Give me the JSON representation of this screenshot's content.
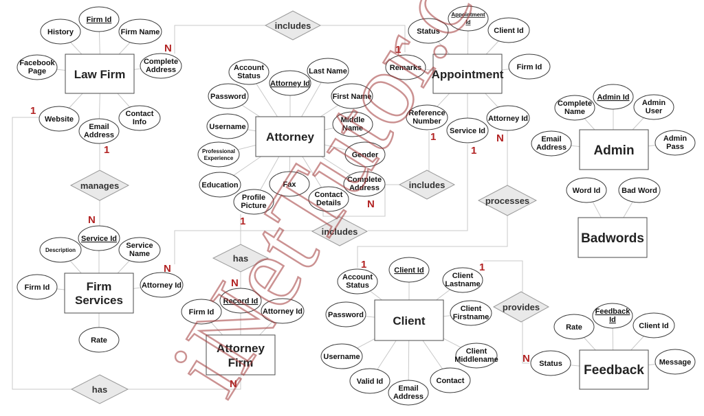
{
  "entities": {
    "law_firm": "Law Firm",
    "attorney": "Attorney",
    "appointment": "Appointment",
    "admin": "Admin",
    "badwords": "Badwords",
    "firm_services": [
      "Firm",
      "Services"
    ],
    "attorney_firm": [
      "Attorney",
      "Firm"
    ],
    "client": "Client",
    "feedback": "Feedback"
  },
  "relationships": {
    "includes_top": "includes",
    "manages": "manages",
    "includes_right": "includes",
    "includes_mid": "includes",
    "processes": "processes",
    "has_mid": "has",
    "provides": "provides",
    "has_bottom": "has"
  },
  "attributes": {
    "law_firm": {
      "history": "History",
      "firm_id": "Firm Id",
      "firm_name": "Firm Name",
      "facebook_page": [
        "Facebook",
        "Page"
      ],
      "complete_address": [
        "Complete",
        "Address"
      ],
      "website": "Website",
      "email_address": [
        "Email",
        "Address"
      ],
      "contact_info": [
        "Contact",
        "Info"
      ]
    },
    "attorney": {
      "account_status": [
        "Account",
        "Status"
      ],
      "attorney_id": "Attorney Id",
      "last_name": "Last Name",
      "password": "Password",
      "first_name": "First Name",
      "username": "Username",
      "middle_name": [
        "Middle",
        "Name"
      ],
      "professional_experience": [
        "Professional",
        "Experience"
      ],
      "gender": "Gender",
      "education": "Education",
      "fax": "Fax",
      "complete_address": [
        "Complete",
        "Address"
      ],
      "profile_picture": [
        "Profile",
        "Picture"
      ],
      "contact_details": [
        "Contact",
        "Details"
      ]
    },
    "appointment": {
      "status": "Status",
      "appointment_id": [
        "Appointment",
        "Id"
      ],
      "client_id": "Client Id",
      "remarks": "Remarks",
      "firm_id": "Firm Id",
      "reference_number": [
        "Reference",
        "Number"
      ],
      "service_id": "Service Id",
      "attorney_id": "Attorney Id"
    },
    "admin": {
      "complete_name": [
        "Complete",
        "Name"
      ],
      "admin_id": "Admin Id",
      "admin_user": [
        "Admin",
        "User"
      ],
      "email_address": [
        "Email",
        "Address"
      ],
      "admin_pass": [
        "Admin",
        "Pass"
      ]
    },
    "badwords": {
      "word_id": "Word Id",
      "bad_word": "Bad Word"
    },
    "firm_services": {
      "description": "Description",
      "service_id": "Service Id",
      "service_name": [
        "Service",
        "Name"
      ],
      "firm_id": "Firm Id",
      "attorney_id": "Attorney Id",
      "rate": "Rate"
    },
    "attorney_firm": {
      "record_id": "Record Id",
      "firm_id": "Firm Id",
      "attorney_id": "Attorney Id"
    },
    "client": {
      "account_status": [
        "Account",
        "Status"
      ],
      "client_id": "Client Id",
      "client_lastname": [
        "Client",
        "Lastname"
      ],
      "password": "Password",
      "client_firstname": [
        "Client",
        "Firstname"
      ],
      "username": "Username",
      "client_middlename": [
        "Client",
        "Middlename"
      ],
      "valid_id": "Valid Id",
      "email_address": [
        "Email",
        "Address"
      ],
      "contact": "Contact"
    },
    "feedback": {
      "rate": "Rate",
      "feedback_id": [
        "Feedback",
        "Id"
      ],
      "client_id": "Client Id",
      "status": "Status",
      "message": "Message"
    }
  },
  "cardinalities": {
    "law_firm_includes": "N",
    "appointment_includes": "1",
    "law_firm_has": "1",
    "law_firm_manages": "1",
    "firm_services_manages": "N",
    "appointment_includes_right": "1",
    "attorney_includes_right": "N",
    "appointment_includes_mid": "1",
    "appointment_processes": "N",
    "attorney_has": "1",
    "firm_services_includes_mid": "N",
    "attorney_firm_has": "N",
    "client_includes_mid": "1",
    "client_provides": "1",
    "feedback_provides": "N",
    "attorney_firm_has_bottom": "N"
  },
  "watermark": "iNetTutor.com",
  "colors": {
    "cardinality": "#b22222",
    "relationship_fill": "#e9e9e9",
    "watermark": "#a23a3a"
  }
}
